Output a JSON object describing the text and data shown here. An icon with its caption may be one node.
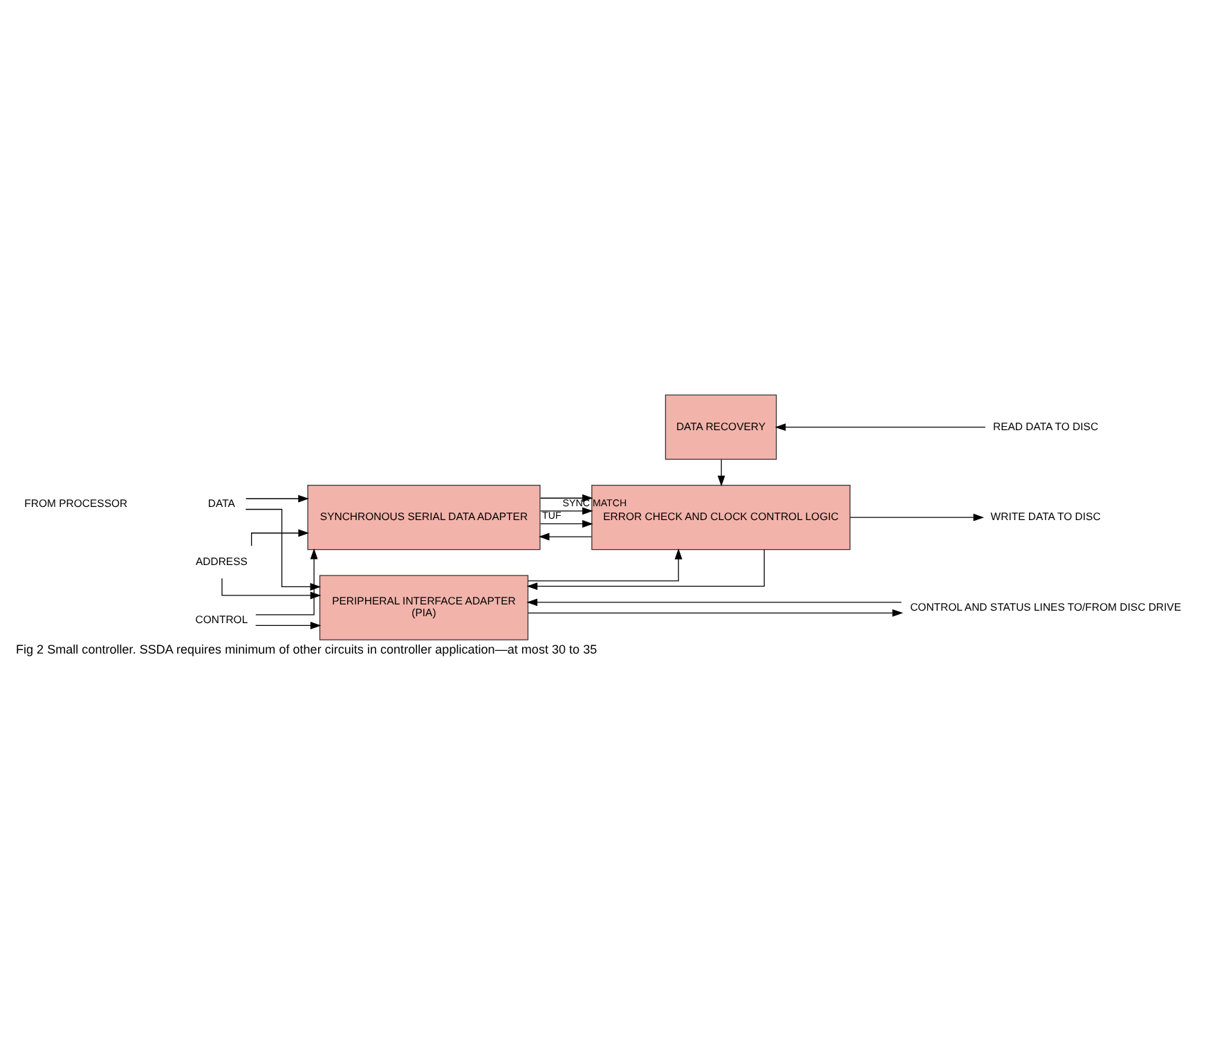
{
  "diagram": {
    "caption": "Fig 2 Small controller. SSDA requires minimum of other circuits in controller application—at most 30 to 35",
    "nodes": [
      {
        "text": [
          "DATA"
        ]
      },
      {
        "text": [
          "ADDRESS"
        ]
      },
      {
        "text": [
          "CONTROL"
        ]
      },
      {
        "text": [
          "PERIPHERAL INTERFACE ADAPTER",
          "(PIA)"
        ]
      },
      {
        "text": [
          "DATA RECOVERY"
        ]
      },
      {
        "text": [
          "ERROR CHECK AND CLOCK CONTROL LOGIC"
        ]
      },
      {
        "text": [
          "SYNCHRONOUS SERIAL DATA ADAPTER"
        ]
      },
      {
        "text": [
          "CONTROL AND STATUS LINES TO/FROM DISC DRIVE"
        ]
      },
      {
        "text": [
          "READ DATA TO DISC"
        ]
      },
      {
        "text": [
          "WRITE DATA TO DISC"
        ]
      }
    ],
    "edges": [
      {
        "from": 2,
        "to": 3,
        "arrow": "to"
      },
      {
        "from": 1,
        "to": 3,
        "arrow": "to"
      },
      {
        "from": 0,
        "to": 3,
        "arrow": "to"
      },
      {
        "from": 3,
        "to": 7,
        "arrow": "to"
      },
      {
        "from": 7,
        "to": 3,
        "arrow": "to"
      },
      {
        "from": 8,
        "to": 4,
        "arrow": "to"
      },
      {
        "from": 4,
        "to": 5,
        "arrow": "to"
      },
      {
        "from": 3,
        "to": 5,
        "arrow": "to"
      },
      {
        "from": 5,
        "to": 3,
        "arrow": "to"
      },
      {
        "from": 5,
        "to": 6,
        "arrow": "to"
      },
      {
        "from": 6,
        "to": 5,
        "arrow": "to"
      },
      {
        "from": 5,
        "to": 9,
        "arrow": "to"
      },
      {
        "from": 2,
        "to": 6,
        "arrow": "to"
      },
      {
        "from": 1,
        "to": 6,
        "arrow": "to"
      },
      {
        "from": 0,
        "to": 6,
        "arrow": "to"
      },
      {
        "from": 6,
        "to": 5,
        "label": "TUF",
        "arrow": "to"
      },
      {
        "from": 6,
        "to": 5,
        "label": "SYNC MATCH",
        "arrow": "to"
      }
    ],
    "labels": [
      "FROM PROCESSOR"
    ]
  }
}
